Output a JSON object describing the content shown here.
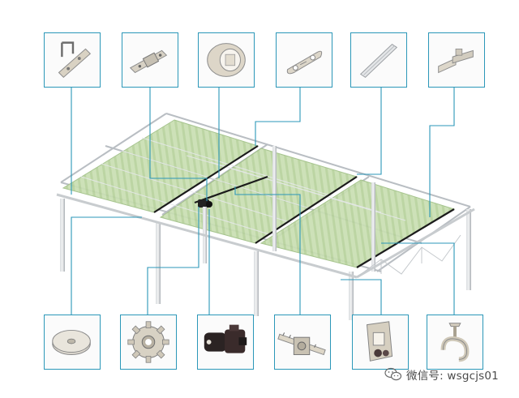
{
  "diagram": {
    "top_parts": [
      {
        "id": "top-1",
        "icon": "u-bolt-bracket-icon"
      },
      {
        "id": "top-2",
        "icon": "shaft-coupling-icon"
      },
      {
        "id": "top-3",
        "icon": "bearing-ring-icon"
      },
      {
        "id": "top-4",
        "icon": "hook-clip-icon"
      },
      {
        "id": "top-5",
        "icon": "aluminum-profile-icon"
      },
      {
        "id": "top-6",
        "icon": "clamp-bracket-icon"
      }
    ],
    "bottom_parts": [
      {
        "id": "bottom-1",
        "icon": "washer-disc-icon"
      },
      {
        "id": "bottom-2",
        "icon": "sprocket-gear-icon"
      },
      {
        "id": "bottom-3",
        "icon": "gear-motor-icon"
      },
      {
        "id": "bottom-4",
        "icon": "rack-pinion-icon"
      },
      {
        "id": "bottom-5",
        "icon": "pipe-holder-bracket-icon"
      },
      {
        "id": "bottom-6",
        "icon": "hanger-hook-icon"
      }
    ],
    "colors": {
      "frame_box": "#2b97b8",
      "callout_line": "#2b97b8",
      "shade_net": "#c6ddb0",
      "shade_net_stripe": "#b3cf97",
      "steel_frame": "#bfc4c9",
      "drive_wire": "#1a1a1a"
    }
  },
  "watermark": {
    "text": "微信号: wsgcjs01",
    "icon": "wechat-icon"
  }
}
